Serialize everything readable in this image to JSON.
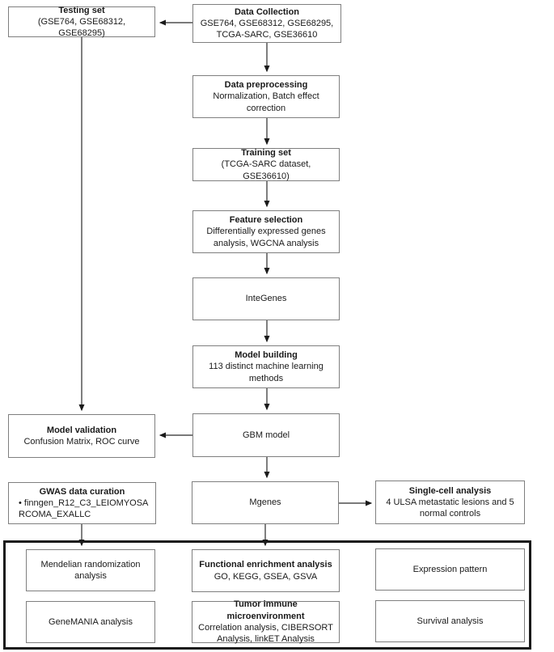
{
  "figure": {
    "type": "flowchart",
    "colors": {
      "background": "#ffffff",
      "box_border": "#7f7f7f",
      "outline_border": "#1a1a1a",
      "text": "#1a1a1a",
      "connector": "#2a2a2a"
    }
  },
  "nodes": {
    "data_collection": {
      "title": "Data Collection",
      "subtitle": "GSE764, GSE68312, GSE68295, TCGA-SARC, GSE36610"
    },
    "testing_set": {
      "title": "Testing set",
      "subtitle": "(GSE764, GSE68312, GSE68295)"
    },
    "data_preprocessing": {
      "title": "Data preprocessing",
      "subtitle": "Normalization, Batch effect correction"
    },
    "training_set": {
      "title": "Training set",
      "subtitle": "(TCGA-SARC dataset, GSE36610)"
    },
    "feature_selection": {
      "title": "Feature selection",
      "subtitle": "Differentially expressed genes analysis, WGCNA analysis"
    },
    "integenes": {
      "label": "InteGenes"
    },
    "model_building": {
      "title": "Model building",
      "subtitle": "113 distinct machine learning methods"
    },
    "gbm_model": {
      "label": "GBM model"
    },
    "model_validation": {
      "title": "Model validation",
      "subtitle": "Confusion Matrix, ROC curve"
    },
    "gwas_data_curation": {
      "title": "GWAS data curation",
      "bullet": "• finngen_R12_C3_LEIOMYOSARCOMA_EXALLC"
    },
    "mgenes": {
      "label": "Mgenes"
    },
    "single_cell_analysis": {
      "title": "Single-cell analysis",
      "subtitle": "4 ULSA metastatic lesions and 5 normal controls"
    },
    "mendelian_randomization": {
      "label": "Mendelian randomization analysis"
    },
    "functional_enrichment": {
      "title": "Functional enrichment analysis",
      "subtitle": "GO, KEGG, GSEA, GSVA"
    },
    "expression_pattern": {
      "label": "Expression pattern"
    },
    "genemania": {
      "label": "GeneMANIA analysis"
    },
    "tumor_immune": {
      "title": "Tumor immune microenvironment",
      "subtitle": "Correlation analysis, CIBERSORT Analysis, linkET Analysis"
    },
    "survival_analysis": {
      "label": "Survival analysis"
    }
  }
}
